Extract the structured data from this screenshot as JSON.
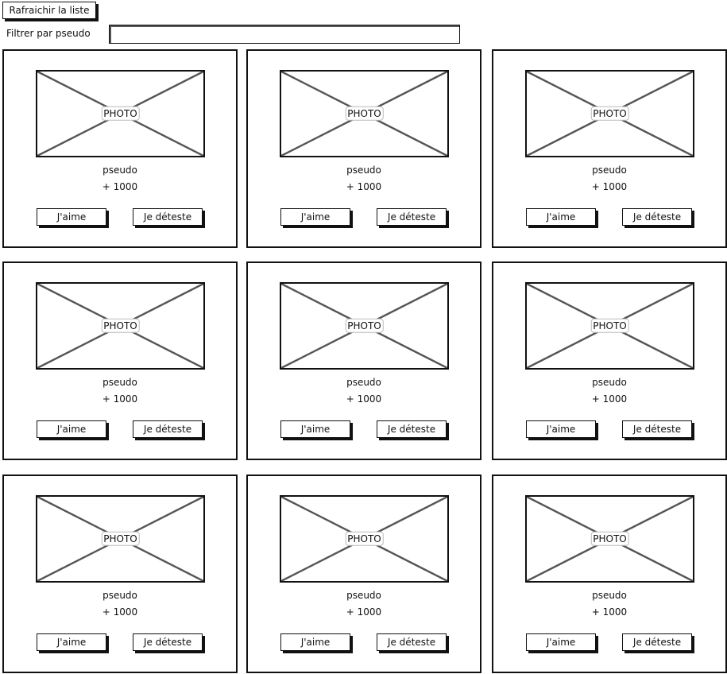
{
  "toolbar": {
    "refresh_label": "Rafraichir la liste",
    "filter_label": "Filtrer par pseudo",
    "filter_value": ""
  },
  "cards": [
    {
      "photo_label": "PHOTO",
      "pseudo": "pseudo",
      "score": "+ 1000",
      "like_label": "J'aime",
      "dislike_label": "Je déteste"
    },
    {
      "photo_label": "PHOTO",
      "pseudo": "pseudo",
      "score": "+ 1000",
      "like_label": "J'aime",
      "dislike_label": "Je déteste"
    },
    {
      "photo_label": "PHOTO",
      "pseudo": "pseudo",
      "score": "+ 1000",
      "like_label": "J'aime",
      "dislike_label": "Je déteste"
    },
    {
      "photo_label": "PHOTO",
      "pseudo": "pseudo",
      "score": "+ 1000",
      "like_label": "J'aime",
      "dislike_label": "Je déteste"
    },
    {
      "photo_label": "PHOTO",
      "pseudo": "pseudo",
      "score": "+ 1000",
      "like_label": "J'aime",
      "dislike_label": "Je déteste"
    },
    {
      "photo_label": "PHOTO",
      "pseudo": "pseudo",
      "score": "+ 1000",
      "like_label": "J'aime",
      "dislike_label": "Je déteste"
    },
    {
      "photo_label": "PHOTO",
      "pseudo": "pseudo",
      "score": "+ 1000",
      "like_label": "J'aime",
      "dislike_label": "Je déteste"
    },
    {
      "photo_label": "PHOTO",
      "pseudo": "pseudo",
      "score": "+ 1000",
      "like_label": "J'aime",
      "dislike_label": "Je déteste"
    },
    {
      "photo_label": "PHOTO",
      "pseudo": "pseudo",
      "score": "+ 1000",
      "like_label": "J'aime",
      "dislike_label": "Je déteste"
    }
  ]
}
